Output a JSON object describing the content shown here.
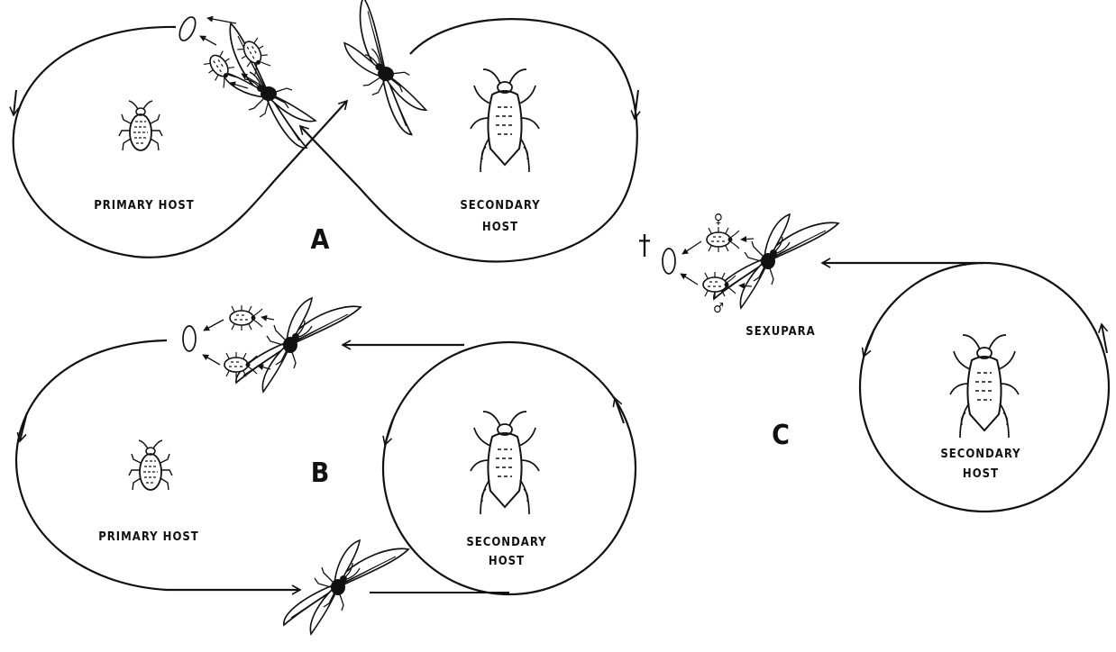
{
  "panels": {
    "A": {
      "letter": "A",
      "primary_label": "PRIMARY HOST",
      "secondary_label_line1": "SECONDARY",
      "secondary_label_line2": "HOST"
    },
    "B": {
      "letter": "B",
      "primary_label": "PRIMARY HOST",
      "secondary_label_line1": "SECONDARY",
      "secondary_label_line2": "HOST"
    },
    "C": {
      "letter": "C",
      "sexupara_label": "SEXUPARA",
      "secondary_label_line1": "SECONDARY",
      "secondary_label_line2": "HOST",
      "dagger": "†",
      "female_symbol": "♀",
      "male_symbol": "♂"
    }
  },
  "icons": [
    "aphid-icon",
    "winged-aphid-icon",
    "egg-icon",
    "nymph-icon",
    "arrow-icon"
  ]
}
